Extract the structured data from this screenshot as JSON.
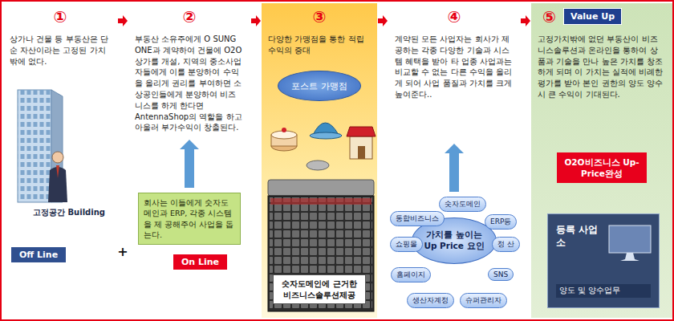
{
  "diagram": {
    "nodes": [
      {
        "text": [
          "①",
          "상가나 건물 등 부동산은 단순 자산이라는 고정된 가치밖에 없다."
        ]
      },
      {
        "text": [
          "Off Line"
        ],
        "in": 0
      },
      {
        "text": [
          "②",
          "부동산 소유주에게 O SUNG ONE과 계약하여 건물에 O2O상가를 개설, 지역의 중소사업자들에게 이를 분양하여 수익을 올리게 권리를 부여하면 소상공인들에게 분양하여 비즈니스를 하게 한다면 AntennaShop의 역할을 하고 아울러 부가수익이 창출된다."
        ]
      },
      {
        "text": [
          "회사는 이들에게 숫자도메인과 ERP, 각종 시스템을 제 공해주어 사업을 돕는다."
        ],
        "in": 2
      },
      {
        "text": [
          "On Line"
        ],
        "in": 2
      },
      {
        "text": [
          "③",
          "다양한 가맹점을 통한 적립수익의 증대"
        ]
      },
      {
        "text": [
          "포스트 가맹점"
        ],
        "in": 5
      },
      {
        "text": [
          "숫자도메인에 근거한 비즈니스솔루션제공"
        ],
        "in": 5
      },
      {
        "text": [
          "④",
          "계약된 모든 사업자는 회사가 제공하는 각종 다양한 기술과 시스템 혜택을 받아 타 업종 사업과는 비교할 수 없는 다른 수익을 올리게 되어 사업 품질과 가치를 크게 높여준다.."
        ]
      },
      {
        "text": [
          "가치를 높이는 Up Price 요인"
        ],
        "in": 8
      },
      {
        "text": [
          "숫자도메인"
        ],
        "in": 8
      },
      {
        "text": [
          "통합비즈니스"
        ],
        "in": 8
      },
      {
        "text": [
          "ERP등"
        ],
        "in": 8
      },
      {
        "text": [
          "정 산"
        ],
        "in": 8
      },
      {
        "text": [
          "쇼핑몰"
        ],
        "in": 8
      },
      {
        "text": [
          "SNS"
        ],
        "in": 8
      },
      {
        "text": [
          "홈페이지"
        ],
        "in": 8
      },
      {
        "text": [
          "생산자계정"
        ],
        "in": 8
      },
      {
        "text": [
          "슈퍼관리자"
        ],
        "in": 8
      },
      {
        "text": [
          "⑤",
          "고정가치밖에 없던 부동산이 비즈니스솔루션과 온라인을 통하여 상품과 기술을 만나 높은 가치를 창조하게 되며 이 가치는 실적에 비례한 평가를 받아 본인 권한의 양도 양수시 큰 수익이 기대된다."
        ]
      },
      {
        "text": [
          "Value Up"
        ],
        "in": 19
      },
      {
        "text": [
          "O2O비즈니스 Up-Price완성"
        ],
        "in": 19
      },
      {
        "text": [
          "등록 사업소",
          "양도 및 양수업무"
        ],
        "in": 19
      }
    ],
    "edges": [
      {
        "from": 0,
        "to": 2,
        "arrow": "to"
      },
      {
        "from": 2,
        "to": 5,
        "arrow": "to"
      },
      {
        "from": 5,
        "to": 8,
        "arrow": "to"
      },
      {
        "from": 8,
        "to": 19,
        "arrow": "to"
      }
    ],
    "labels": [
      "고정공간 Building",
      "+"
    ]
  }
}
